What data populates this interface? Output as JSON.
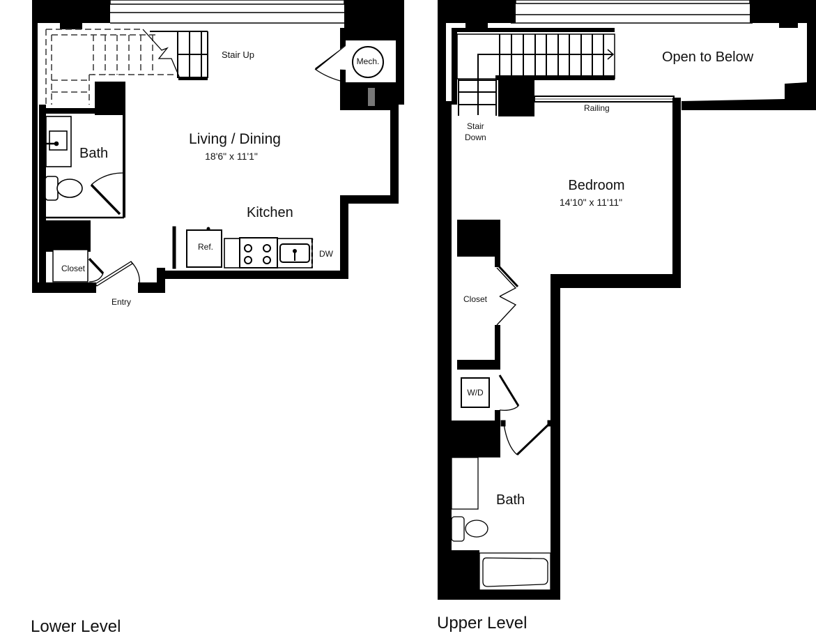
{
  "lower_level": {
    "title": "Lower Level",
    "rooms": {
      "living_dining": {
        "label": "Living / Dining",
        "dimensions": "18'6\" x 11'1\""
      },
      "kitchen": {
        "label": "Kitchen"
      },
      "bath": {
        "label": "Bath"
      },
      "closet": {
        "label": "Closet"
      },
      "mech": {
        "label": "Mech."
      }
    },
    "fixtures": {
      "refrigerator": "Ref.",
      "dishwasher": "DW"
    },
    "annotations": {
      "stair_up": "Stair Up",
      "entry": "Entry"
    }
  },
  "upper_level": {
    "title": "Upper Level",
    "rooms": {
      "bedroom": {
        "label": "Bedroom",
        "dimensions": "14'10\" x 11'11\""
      },
      "bath": {
        "label": "Bath"
      },
      "closet": {
        "label": "Closet"
      },
      "open_to_below": {
        "label": "Open to Below"
      }
    },
    "fixtures": {
      "washer_dryer": "W/D"
    },
    "annotations": {
      "stair_down_line1": "Stair",
      "stair_down_line2": "Down",
      "railing": "Railing"
    }
  },
  "colors": {
    "wall": "#000000",
    "background": "#ffffff",
    "line": "#111111"
  }
}
